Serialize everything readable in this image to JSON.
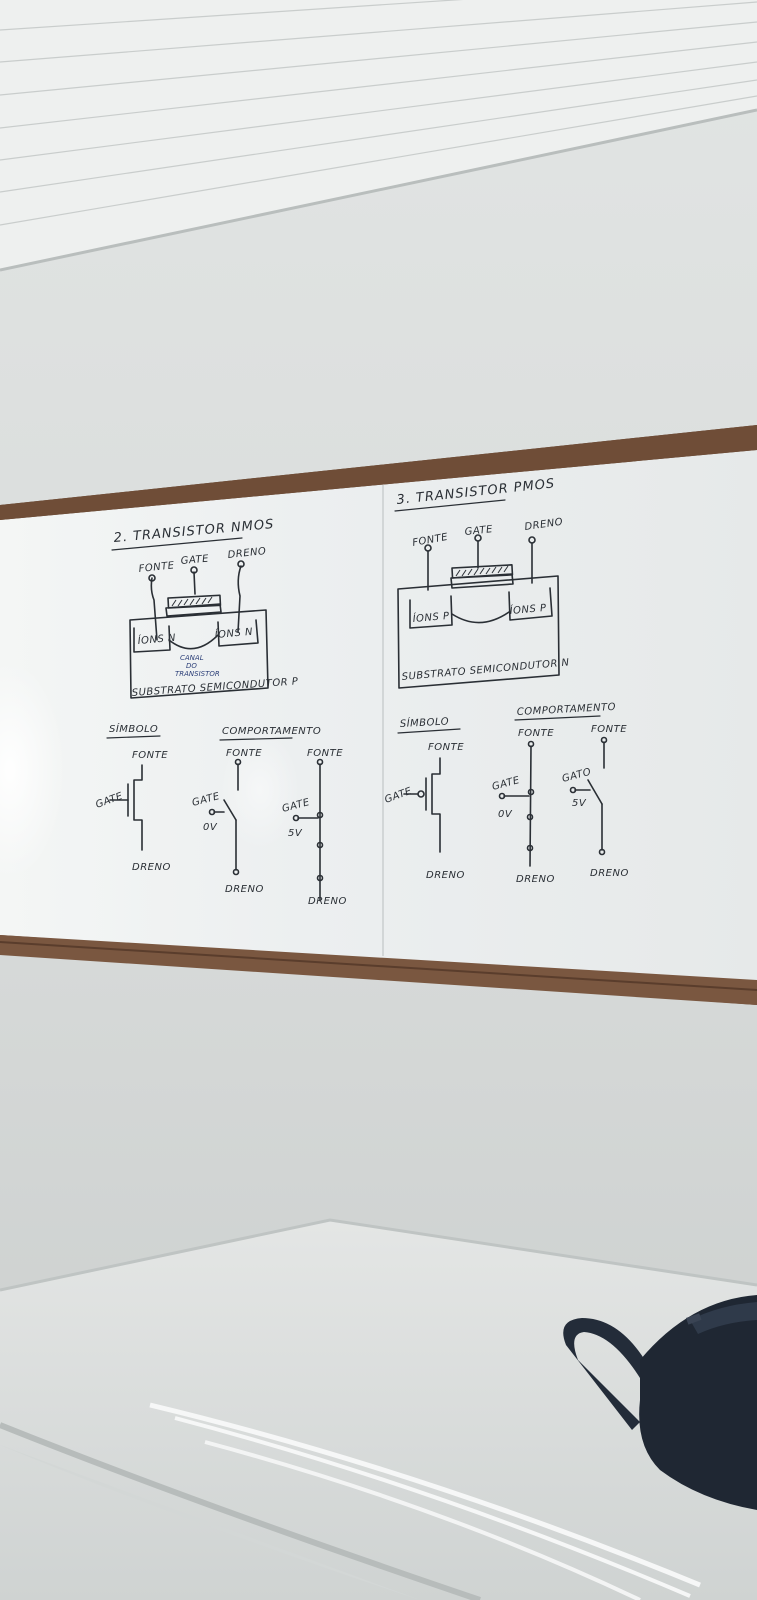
{
  "board": {
    "left": {
      "title": "2. TRANSISTOR NMOS",
      "terminals": {
        "source": "FONTE",
        "gate": "GATE",
        "drain": "DRENO"
      },
      "region_left": "ÍONS N",
      "region_right": "ÍONS N",
      "channel_lines": [
        "CANAL",
        "DO",
        "TRANSISTOR"
      ],
      "substrate": "SUBSTRATO SEMICONDUTOR P",
      "symbol_heading": "SÍMBOLO",
      "symbol": {
        "source": "FONTE",
        "gate": "GATE",
        "drain": "DRENO"
      },
      "behavior_heading": "COMPORTAMENTO",
      "switch_open": {
        "source": "FONTE",
        "gate": "GATE",
        "voltage": "0V",
        "drain": "DRENO"
      },
      "switch_closed": {
        "source": "FONTE",
        "gate": "GATE",
        "voltage": "5V",
        "drain": "DRENO"
      }
    },
    "right": {
      "title": "3. TRANSISTOR PMOS",
      "terminals": {
        "source": "FONTE",
        "gate": "GATE",
        "drain": "DRENO"
      },
      "region_left": "ÍONS P",
      "region_right": "ÍONS P",
      "substrate": "SUBSTRATO SEMICONDUTOR N",
      "symbol_heading": "SÍMBOLO",
      "symbol": {
        "source": "FONTE",
        "gate": "GATE",
        "drain": "DRENO"
      },
      "behavior_heading": "COMPORTAMENTO",
      "switch_closed": {
        "source": "FONTE",
        "gate": "GATE",
        "voltage": "0V",
        "drain": "DRENO"
      },
      "switch_open": {
        "source": "FONTE",
        "gate": "GATO",
        "voltage": "5V",
        "drain": "DRENO"
      }
    }
  },
  "colors": {
    "wall": "#d9dcdb",
    "ceiling": "#eceeed",
    "whiteboard": "#eef1f0",
    "frame_wood": "#6b4a35",
    "marker": "#2a2f35",
    "desk": "#e6e8e7",
    "bag": "#1f2733"
  }
}
